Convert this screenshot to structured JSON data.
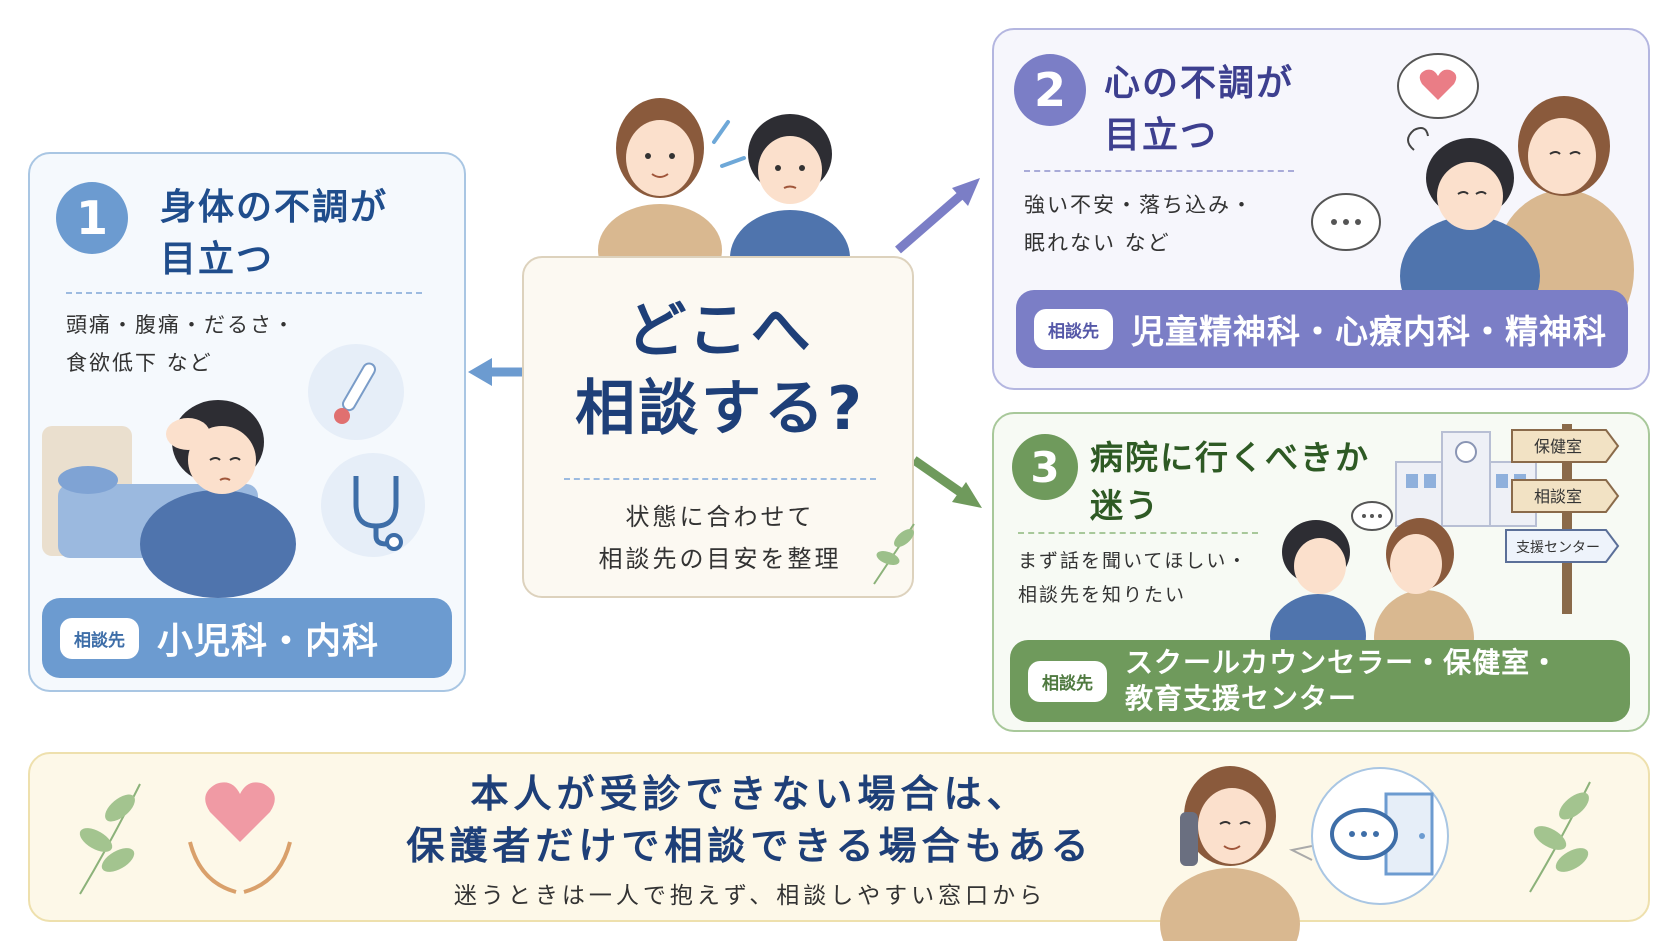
{
  "center": {
    "question": "どこへ\n相談する?",
    "subtitle": "状態に合わせて\n相談先の目安を整理"
  },
  "cards": [
    {
      "number": "1",
      "title": "身体の不調が\n目立つ",
      "symptoms": "頭痛・腹痛・だるさ・\n食欲低下 など",
      "destination_tag": "相談先",
      "destination": "小児科・内科"
    },
    {
      "number": "2",
      "title": "心の不調が\n目立つ",
      "symptoms": "強い不安・落ち込み・\n眠れない など",
      "destination_tag": "相談先",
      "destination": "児童精神科・心療内科・精神科"
    },
    {
      "number": "3",
      "title": "病院に行くべきか\n迷う",
      "symptoms": "まず話を聞いてほしい・\n相談先を知りたい",
      "destination_tag": "相談先",
      "destination": "スクールカウンセラー・保健室・\n教育支援センター",
      "signposts": [
        "保健室",
        "相談室",
        "支援センター"
      ]
    }
  ],
  "bottom": {
    "message": "本人が受診できない場合は、\n保護者だけで相談できる場合もある",
    "sub": "迷うときは一人で抱えず、相談しやすい窓口から"
  },
  "colors": {
    "blue": "#6c9bd0",
    "purple": "#7b7ec6",
    "green": "#6f9a5c",
    "navy": "#1e3f78"
  },
  "icons": [
    "thermometer-icon",
    "stethoscope-icon",
    "heart-icon",
    "speech-bubble-icon",
    "chat-icon",
    "door-icon",
    "leaf-icon",
    "phone-icon",
    "caring-hands-icon"
  ]
}
